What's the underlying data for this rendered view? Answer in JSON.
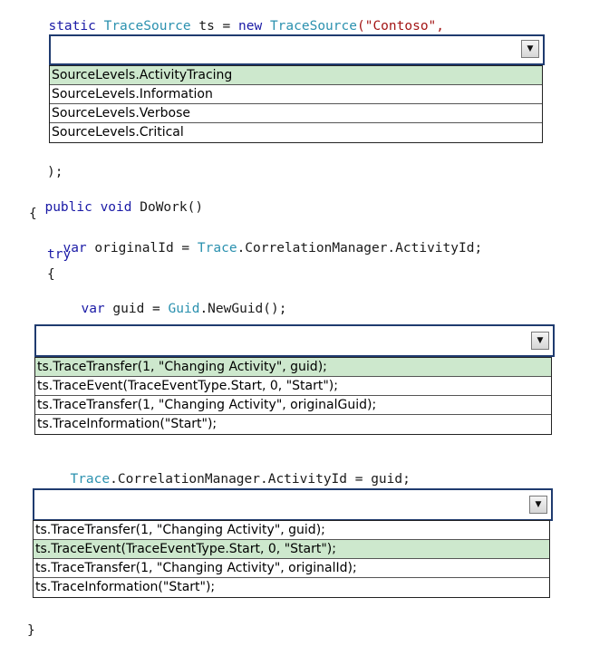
{
  "code": {
    "l1_kw": "static",
    "l1_type1": "TraceSource",
    "l1_var": "ts =",
    "l1_new": "new",
    "l1_type2": "TraceSource",
    "l1_str": "(\"Contoso\",",
    "l2": ");",
    "l3_kw": "public void",
    "l3_rest": "DoWork()",
    "l4": "{",
    "l5_kw": "var",
    "l5_mid": "originalId =",
    "l5_type": "Trace",
    "l5_rest": ".CorrelationManager.ActivityId;",
    "l6_kw": "try",
    "l7": "{",
    "l8_kw": "var",
    "l8_mid": "guid =",
    "l8_type": "Guid",
    "l8_rest": ".NewGuid();",
    "l9_type": "Trace",
    "l9_rest": ".CorrelationManager.ActivityId = guid;",
    "l10": "}"
  },
  "dropdowns": [
    {
      "name": "source-levels",
      "selected_index": 0,
      "options": [
        "SourceLevels.ActivityTracing",
        "SourceLevels.Information",
        "SourceLevels.Verbose",
        "SourceLevels.Critical"
      ]
    },
    {
      "name": "trace-call-1",
      "selected_index": 0,
      "options": [
        "ts.TraceTransfer(1, \"Changing Activity\", guid);",
        "ts.TraceEvent(TraceEventType.Start, 0, \"Start\");",
        "ts.TraceTransfer(1, \"Changing Activity\", originalGuid);",
        "ts.TraceInformation(\"Start\");"
      ]
    },
    {
      "name": "trace-call-2",
      "selected_index": 1,
      "options": [
        "ts.TraceTransfer(1, \"Changing Activity\", guid);",
        "ts.TraceEvent(TraceEventType.Start, 0, \"Start\");",
        "ts.TraceTransfer(1, \"Changing Activity\", originalId);",
        "ts.TraceInformation(\"Start\");"
      ]
    }
  ],
  "icons": {
    "dropdown_arrow": "▼"
  },
  "colors": {
    "keyword": "#1a1aa6",
    "type": "#2b91af",
    "string": "#a31515",
    "selected": "#cde8cd"
  }
}
